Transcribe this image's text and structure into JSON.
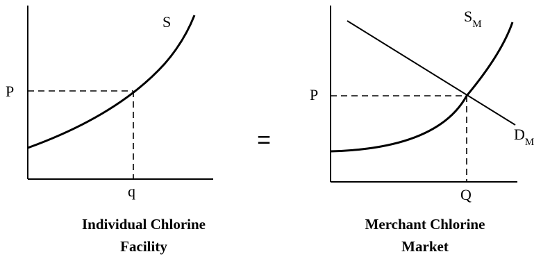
{
  "left": {
    "supply_label": "S",
    "price_label": "P",
    "quantity_label": "q",
    "caption_line1": "Individual Chlorine",
    "caption_line2": "Facility"
  },
  "equals": "=",
  "right": {
    "supply_label": "S",
    "supply_subscript": "M",
    "demand_label": "D",
    "demand_subscript": "M",
    "price_label": "P",
    "quantity_label": "Q",
    "caption_line1": "Merchant Chlorine",
    "caption_line2": "Market"
  }
}
